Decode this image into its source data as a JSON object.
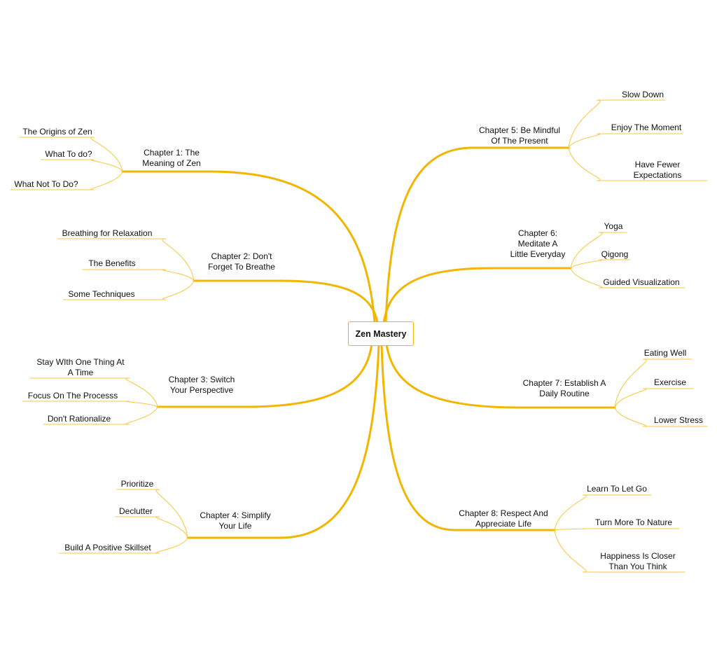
{
  "root": {
    "label": "Zen Mastery"
  },
  "colors": {
    "branch": "#F2B600",
    "sub": "#F5C842"
  },
  "chapters": [
    {
      "label": "Chapter 1: The\nMeaning of Zen",
      "subtopics": [
        "The Origins of Zen",
        "What To do?",
        "What Not To Do?"
      ]
    },
    {
      "label": "Chapter 2: Don't\nForget To Breathe",
      "subtopics": [
        "Breathing for Relaxation",
        "The Benefits",
        "Some Techniques"
      ]
    },
    {
      "label": "Chapter 3: Switch\nYour Perspective",
      "subtopics": [
        "Stay WIth One Thing At\nA Time",
        "Focus On The Processs",
        "Don't Rationalize"
      ]
    },
    {
      "label": "Chapter 4: Simplify\nYour Life",
      "subtopics": [
        "Prioritize",
        "Declutter",
        "Build A Positive Skillset"
      ]
    },
    {
      "label": "Chapter 5: Be Mindful\nOf The Present",
      "subtopics": [
        "Slow Down",
        "Enjoy The Moment",
        "Have Fewer\nExpectations"
      ]
    },
    {
      "label": "Chapter 6:\nMeditate A\nLittle Everyday",
      "subtopics": [
        "Yoga",
        "Qigong",
        "Guided Visualization"
      ]
    },
    {
      "label": "Chapter 7: Establish A\nDaily Routine",
      "subtopics": [
        "Eating Well",
        "Exercise",
        "Lower Stress"
      ]
    },
    {
      "label": "Chapter 8: Respect And\nAppreciate Life",
      "subtopics": [
        "Learn To Let Go",
        "Turn More To Nature",
        "Happiness Is Closer\nThan You Think"
      ]
    }
  ]
}
